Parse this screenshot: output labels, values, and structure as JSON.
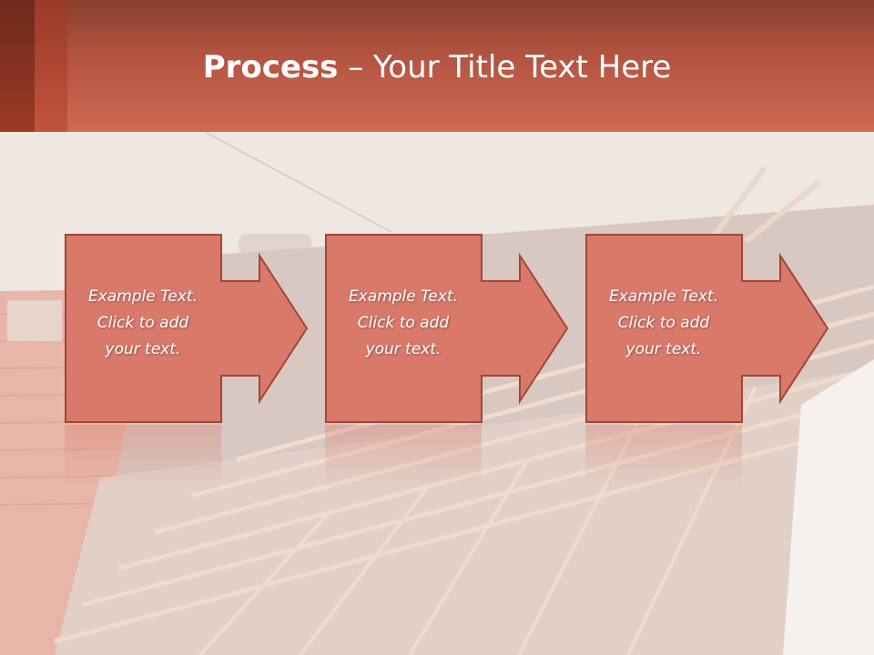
{
  "slide": {
    "title_bold": "Process",
    "title_rest": " – Your Title Text Here"
  },
  "steps": [
    {
      "line1": "Example Text.",
      "line2": "Click  to add",
      "line3": "your text."
    },
    {
      "line1": "Example Text.",
      "line2": "Click  to add",
      "line3": "your text."
    },
    {
      "line1": "Example Text.",
      "line2": "Click  to add",
      "line3": "your text."
    }
  ],
  "colors": {
    "header_dark": "#8a3f2f",
    "header_light": "#cf6a52",
    "box_fill": "#d8796a",
    "box_stroke": "#a0463a"
  },
  "background_image": "roof-construction-photo"
}
